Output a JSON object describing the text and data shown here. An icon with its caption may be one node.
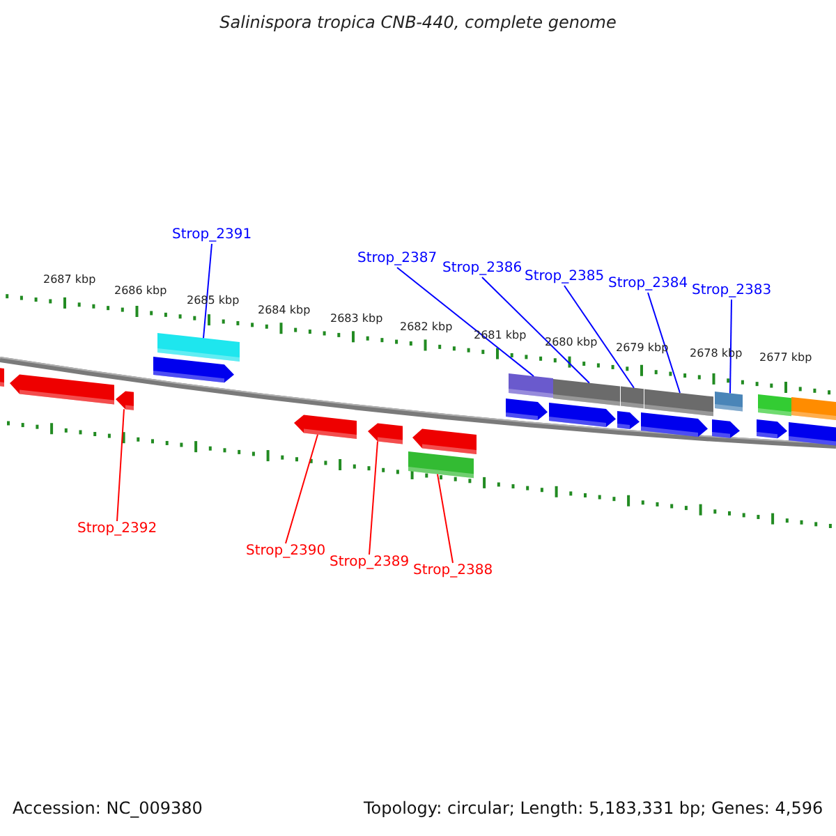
{
  "diagram": {
    "title": "Salinispora tropica CNB-440, complete genome",
    "nodes": [
      {
        "text": [
          "Strop_2391"
        ]
      },
      {
        "text": [
          "Strop_2387"
        ]
      },
      {
        "text": [
          "Strop_2386"
        ]
      },
      {
        "text": [
          "Strop_2385"
        ]
      },
      {
        "text": [
          "Strop_2384"
        ]
      },
      {
        "text": [
          "Strop_2383"
        ]
      },
      {
        "text": [
          "Strop_2392"
        ]
      },
      {
        "text": [
          "Strop_2390"
        ]
      },
      {
        "text": [
          "Strop_2389"
        ]
      },
      {
        "text": [
          "Strop_2388"
        ]
      },
      {
        "text": [],
        "shape": "box"
      },
      {
        "text": [],
        "shape": "pentagon"
      },
      {
        "text": [],
        "shape": "pentagon"
      },
      {
        "text": [],
        "shape": "pentagon"
      },
      {
        "text": [],
        "shape": "box"
      },
      {
        "text": [],
        "shape": "pentagon"
      },
      {
        "text": [],
        "shape": "pentagon"
      },
      {
        "text": [],
        "shape": "box"
      },
      {
        "text": [],
        "shape": "pentagon"
      },
      {
        "text": [],
        "shape": "pentagon"
      },
      {
        "text": [],
        "shape": "box"
      },
      {
        "text": [],
        "shape": "pentagon"
      },
      {
        "text": [],
        "shape": "box"
      },
      {
        "text": [],
        "shape": "pentagon"
      },
      {
        "text": [],
        "shape": "box"
      },
      {
        "text": [],
        "shape": "pentagon"
      },
      {
        "text": [],
        "shape": "box"
      },
      {
        "text": [],
        "shape": "pentagon"
      },
      {
        "text": [],
        "shape": "box"
      },
      {
        "text": [],
        "shape": "pentagon"
      },
      {
        "text": [],
        "shape": "box"
      },
      {
        "text": [],
        "shape": "box"
      },
      {
        "text": [],
        "shape": "box"
      }
    ],
    "edges": [
      {
        "from": 0,
        "to": 14,
        "arrow": "none",
        "color": "#0000ff"
      },
      {
        "from": 1,
        "to": 20,
        "arrow": "none",
        "color": "#0000ff"
      },
      {
        "from": 2,
        "to": 22,
        "arrow": "none",
        "color": "#0000ff"
      },
      {
        "from": 3,
        "to": 24,
        "arrow": "none",
        "color": "#0000ff"
      },
      {
        "from": 4,
        "to": 26,
        "arrow": "none",
        "color": "#0000ff"
      },
      {
        "from": 5,
        "to": 28,
        "arrow": "none",
        "color": "#0000ff"
      },
      {
        "from": 6,
        "to": 12,
        "arrow": "none",
        "color": "#ff0000"
      },
      {
        "from": 7,
        "to": 15,
        "arrow": "none",
        "color": "#ff0000"
      },
      {
        "from": 8,
        "to": 16,
        "arrow": "none",
        "color": "#ff0000"
      },
      {
        "from": 9,
        "to": 17,
        "arrow": "none",
        "color": "#ff0000"
      }
    ],
    "labels": [
      "2687 kbp",
      "2686 kbp",
      "2685 kbp",
      "2684 kbp",
      "2683 kbp",
      "2682 kbp",
      "2681 kbp",
      "2680 kbp",
      "2679 kbp",
      "2678 kbp",
      "2677 kbp",
      "Accession: NC_009380",
      "Topology: circular; Length: 5,183,331 bp; Genes: 4,596"
    ]
  }
}
